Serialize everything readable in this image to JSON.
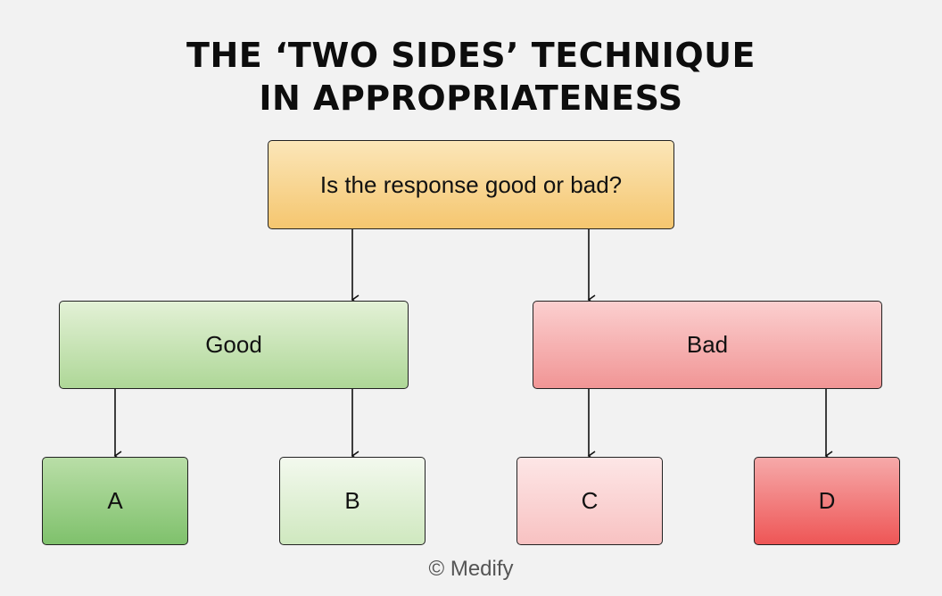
{
  "title": {
    "line1": "THE ‘TWO SIDES’ TECHNIQUE",
    "line2": "IN APPROPRIATENESS"
  },
  "nodes": {
    "question": "Is the response good or bad?",
    "good": "Good",
    "bad": "Bad",
    "a": "A",
    "b": "B",
    "c": "C",
    "d": "D"
  },
  "colors": {
    "question": "#f5c66f",
    "good": "#aed797",
    "bad": "#f19595",
    "a": "#7fc16c",
    "b": "#cfe8bf",
    "c": "#f8c2c2",
    "d": "#ee5656"
  },
  "footer": "© Medify"
}
